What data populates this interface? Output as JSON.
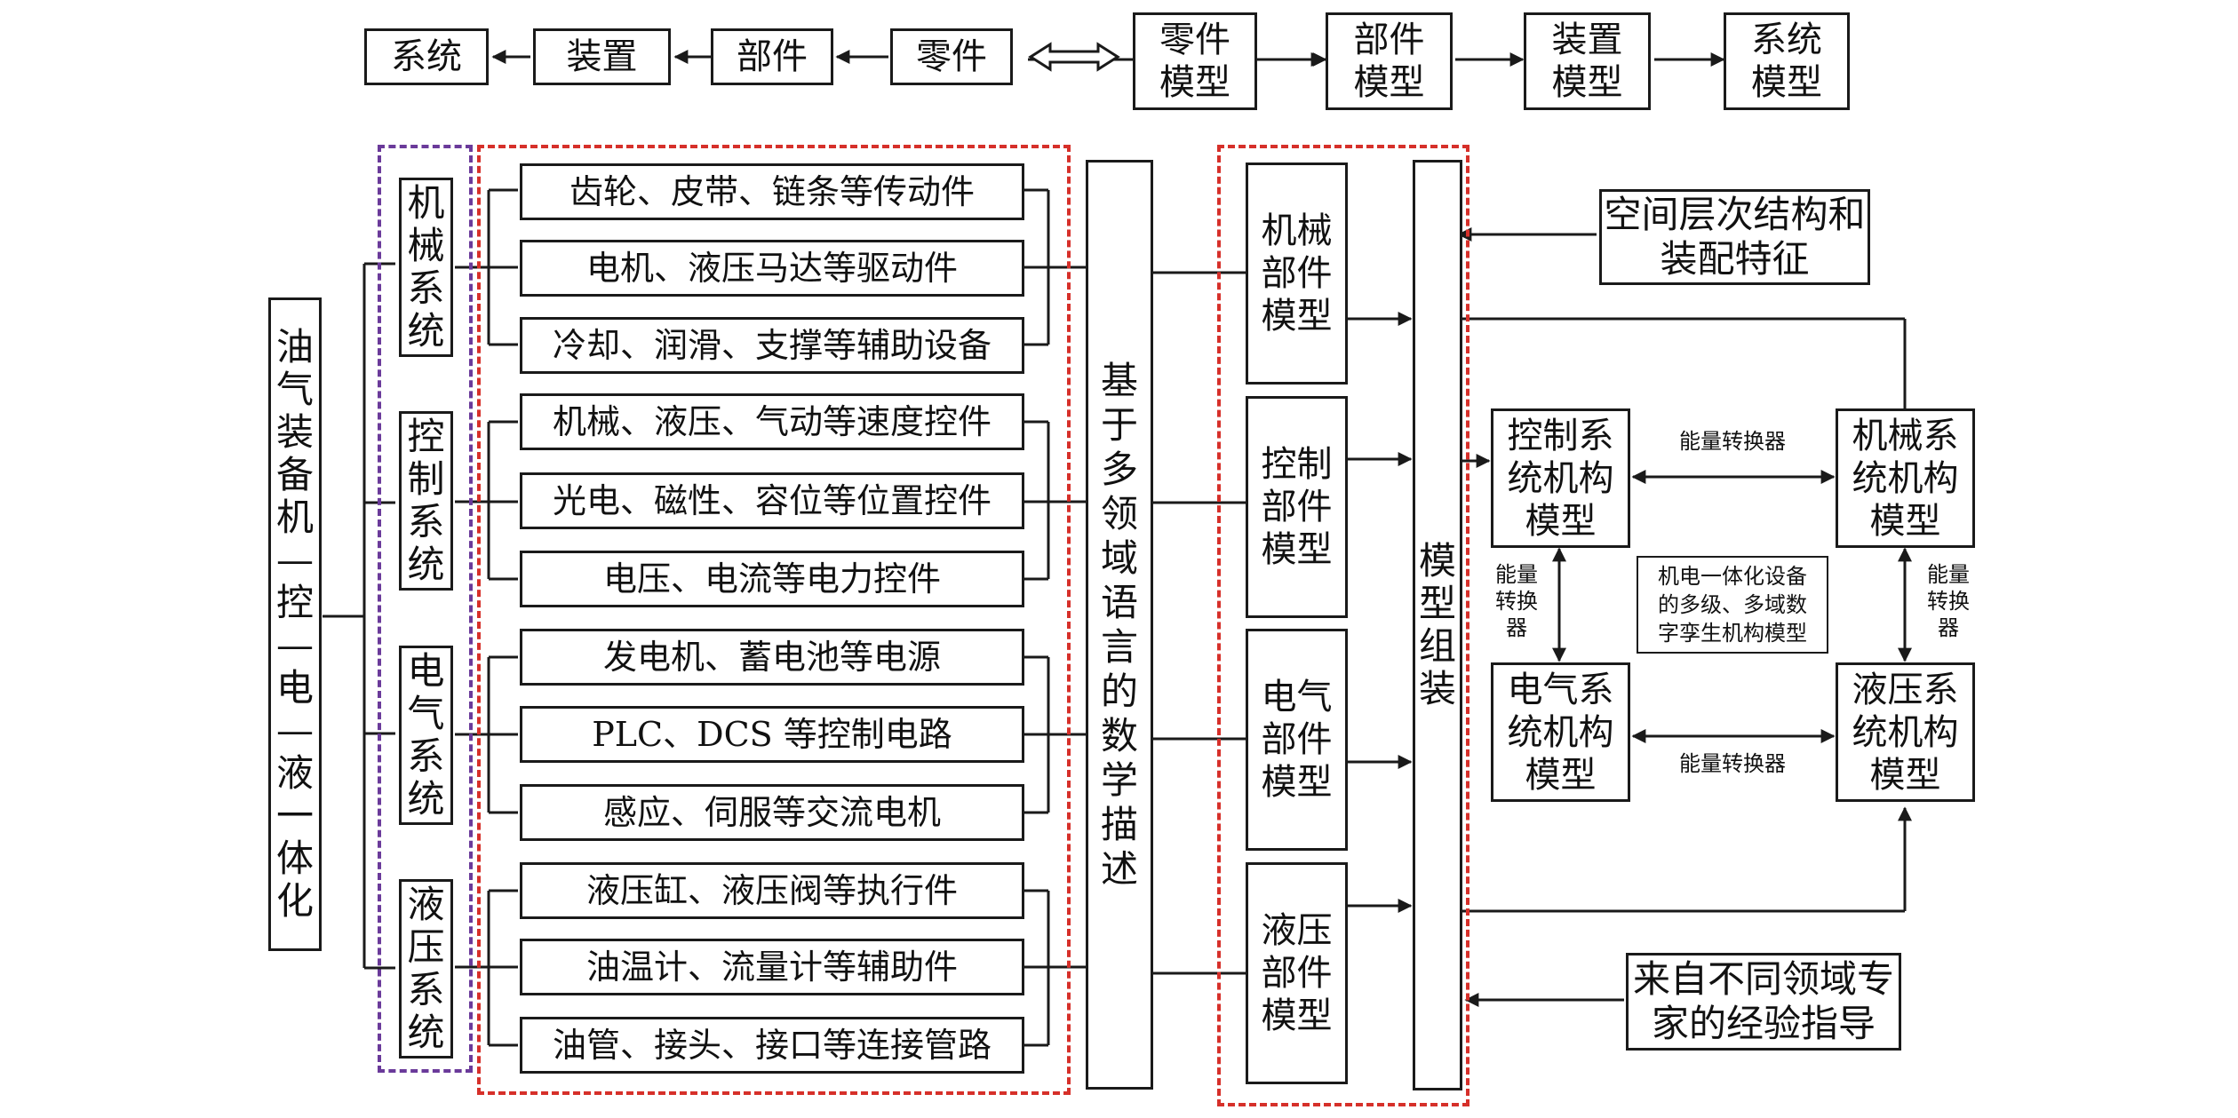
{
  "colors": {
    "red_dash": "#d6302a",
    "purple_dash": "#6a3a9a",
    "line": "#1a1a1a"
  },
  "top_row": {
    "system": "系统",
    "device": "装置",
    "component": "部件",
    "part": "零件",
    "part_model": "零件\n模型",
    "component_model": "部件\n模型",
    "device_model": "装置\n模型",
    "system_model": "系统\n模型"
  },
  "main_title": "油\n气\n装\n备\n机\n—\n控\n—\n电\n—\n液\n一\n体\n化",
  "subsystems": {
    "mechanical": "机\n械\n系\n统",
    "control": "控\n制\n系\n统",
    "electrical": "电\n气\n系\n统",
    "hydraulic": "液\n压\n系\n统"
  },
  "components": [
    "齿轮、皮带、链条等传动件",
    "电机、液压马达等驱动件",
    "冷却、润滑、支撑等辅助设备",
    "机械、液压、气动等速度控件",
    "光电、磁性、容位等位置控件",
    "电压、电流等电力控件",
    "发电机、蓄电池等电源",
    "PLC、DCS 等控制电路",
    "感应、伺服等交流电机",
    "液压缸、液压阀等执行件",
    "油温计、流量计等辅助件",
    "油管、接头、接口等连接管路"
  ],
  "math_description": "基\n于\n多\n领\n域\n语\n言\n的\n数\n学\n描\n述",
  "component_models": {
    "mechanical": "机械\n部件\n模型",
    "control": "控制\n部件\n模型",
    "electrical": "电气\n部件\n模型",
    "hydraulic": "液压\n部件\n模型"
  },
  "assembly": "模\n型\n组\n装",
  "space_structure": "空间层次结构和\n装配特征",
  "expert_guidance": "来自不同领域专\n家的经验指导",
  "mechanism_models": {
    "control": "控制系\n统机构\n模型",
    "mechanical": "机械系\n统机构\n模型",
    "electrical": "电气系\n统机构\n模型",
    "hydraulic": "液压系\n统机构\n模型"
  },
  "energy_converter_h": "能量转换器",
  "energy_converter_v": "能量\n转换\n器",
  "center_note": "机电一体化设备\n的多级、多域数\n字孪生机构模型"
}
